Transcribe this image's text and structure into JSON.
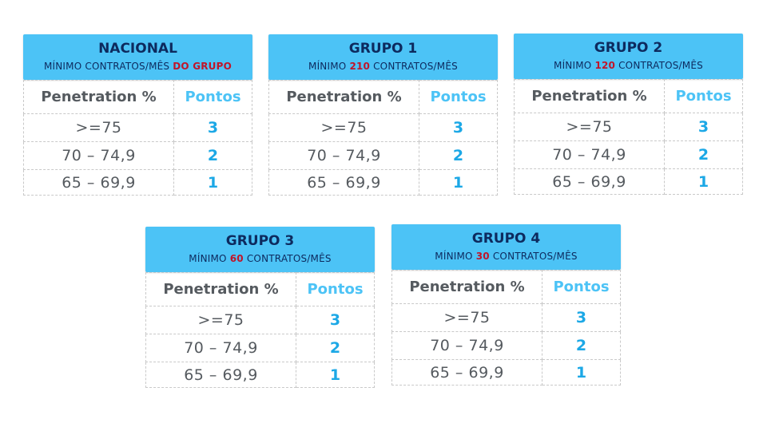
{
  "column_headers": {
    "penetration": "Penetration %",
    "points": "Pontos"
  },
  "rows": [
    {
      "range": ">=75",
      "points": "3"
    },
    {
      "range": "70 – 74,9",
      "points": "2"
    },
    {
      "range": "65 – 69,9",
      "points": "1"
    }
  ],
  "cards": [
    {
      "title": "NACIONAL",
      "sub_prefix": "MÍNIMO CONTRATOS/MÊS ",
      "sub_highlight": "DO GRUPO",
      "sub_suffix": ""
    },
    {
      "title": "GRUPO 1",
      "sub_prefix": "MÍNIMO ",
      "sub_highlight": "210",
      "sub_suffix": " CONTRATOS/MÊS"
    },
    {
      "title": "GRUPO 2",
      "sub_prefix": "MÍNIMO ",
      "sub_highlight": "120",
      "sub_suffix": " CONTRATOS/MÊS"
    },
    {
      "title": "GRUPO 3",
      "sub_prefix": "MÍNIMO ",
      "sub_highlight": "60",
      "sub_suffix": " CONTRATOS/MÊS"
    },
    {
      "title": "GRUPO 4",
      "sub_prefix": "MÍNIMO ",
      "sub_highlight": "30",
      "sub_suffix": " CONTRATOS/MÊS"
    }
  ],
  "colors": {
    "header_bg": "#4cc3f6",
    "title_text": "#0d2a5e",
    "highlight": "#c0152a",
    "points_text": "#1ca8e6",
    "range_text": "#555a5f"
  }
}
